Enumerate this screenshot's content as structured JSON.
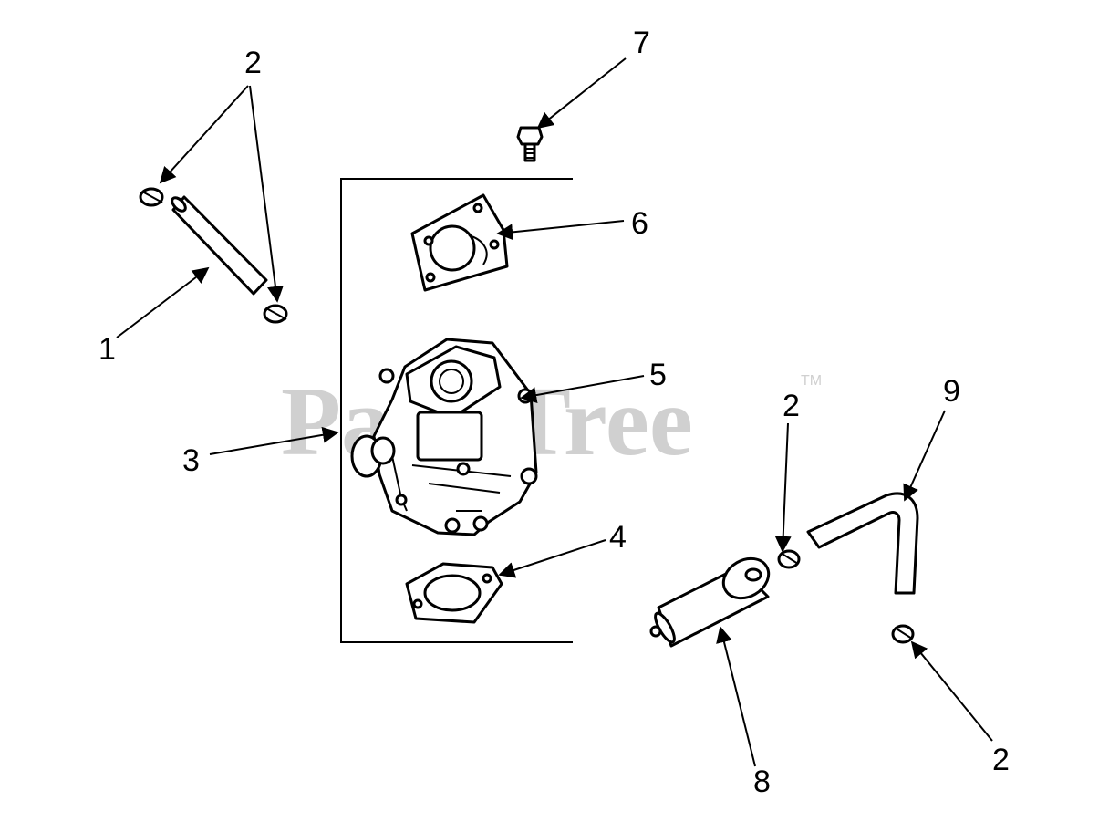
{
  "watermark": {
    "text": "PartsTree",
    "trademark": "TM"
  },
  "callouts": [
    "1",
    "2",
    "2",
    "2",
    "3",
    "4",
    "5",
    "6",
    "7",
    "8",
    "9"
  ],
  "colors": {
    "ink": "#000000",
    "watermark": "#d0d0d0",
    "background": "#ffffff"
  }
}
